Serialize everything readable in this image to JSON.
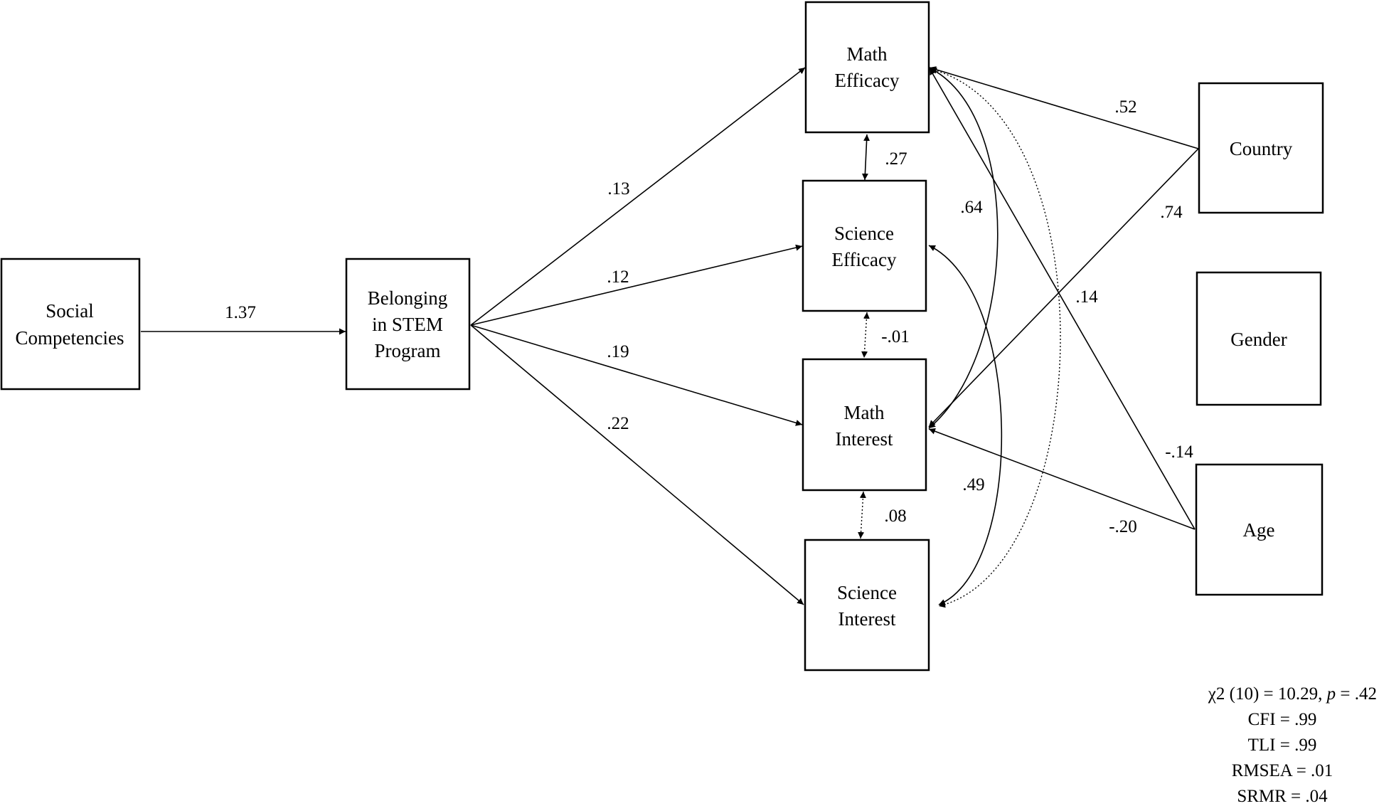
{
  "nodes": {
    "social_competencies": [
      "Social",
      "Competencies"
    ],
    "belonging": [
      "Belonging",
      "in STEM",
      "Program"
    ],
    "math_efficacy": [
      "Math",
      "Efficacy"
    ],
    "science_efficacy": [
      "Science",
      "Efficacy"
    ],
    "math_interest": [
      "Math",
      "Interest"
    ],
    "science_interest": [
      "Science",
      "Interest"
    ],
    "country": [
      "Country"
    ],
    "gender": [
      "Gender"
    ],
    "age": [
      "Age"
    ]
  },
  "coefficients": {
    "social_to_belonging": "1.37",
    "belonging_to_math_efficacy": ".13",
    "belonging_to_science_efficacy": ".12",
    "belonging_to_math_interest": ".19",
    "belonging_to_science_interest": ".22",
    "math_eff_science_eff": ".27",
    "science_eff_math_int": "-.01",
    "math_int_science_int": ".08",
    "math_eff_math_int": ".64",
    "science_eff_science_int": ".49",
    "country_to_math_efficacy": ".52",
    "country_to_math_interest": ".74",
    "age_to_math_efficacy": ".14",
    "age_label_upper": "-.14",
    "age_to_math_interest": "-.20"
  },
  "fit": {
    "chi_prefix": "χ2 (10) = 10.29, ",
    "chi_p": "p",
    "chi_suffix": " = .42",
    "cfi": "CFI = .99",
    "tli": "TLI = .99",
    "rmsea": "RMSEA = .01",
    "srmr": "SRMR = .04"
  }
}
